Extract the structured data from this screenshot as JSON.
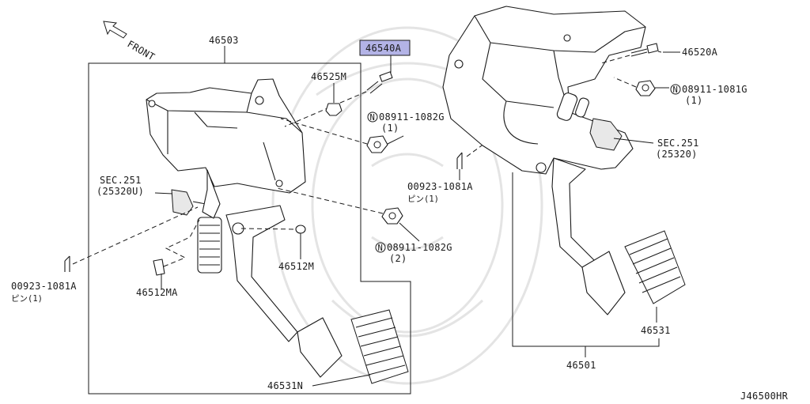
{
  "front_label": "FRONT",
  "diagram_code": "J46500HR",
  "callouts": {
    "assembly_left": "46503",
    "assembly_right": "46501",
    "bolt_highlight": "46540A",
    "bolt_right": "46520A",
    "nut_small": "46525M",
    "nut_left_a_ref": "08911-1082G",
    "nut_left_a_qty": "(1)",
    "nut_left_b_ref": "08911-1082G",
    "nut_left_b_qty": "(2)",
    "nut_right_ref": "08911-1081G",
    "nut_right_qty": "(1)",
    "pin_center_ref": "00923-1081A",
    "pin_center_qty": "ピン(1)",
    "pin_left_ref": "00923-1081A",
    "pin_left_qty": "ピン(1)",
    "switch_left_ref": "SEC.251",
    "switch_left_code": "(25320U)",
    "switch_right_ref": "SEC.251",
    "switch_right_code": "(25320)",
    "bushing": "46512M",
    "stopper": "46512MA",
    "pad_left": "46531N",
    "pad_right": "46531"
  },
  "nut_symbol": "N",
  "colors": {
    "highlight": "#b3b3e6",
    "ink": "#1a1a1a"
  }
}
